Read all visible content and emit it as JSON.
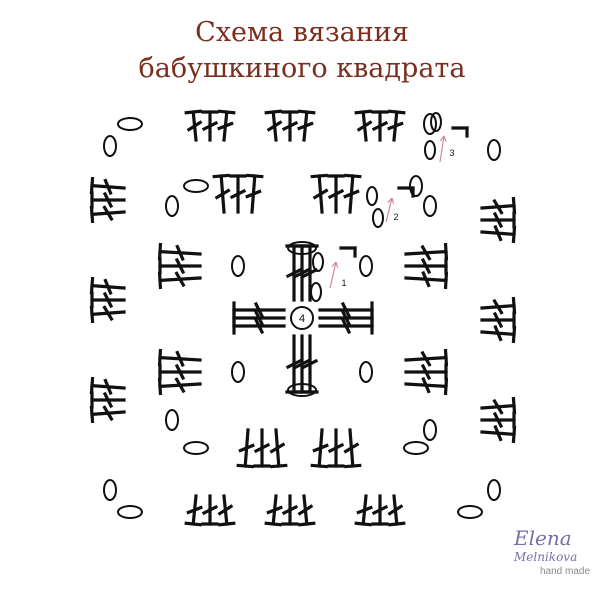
{
  "header": {
    "title_line1": "Схема вязания",
    "title_line2": "бабушкиного квадрата"
  },
  "rows": {
    "row1": "1",
    "row2": "2",
    "row3": "3",
    "center_ring": "4"
  },
  "signature": {
    "name_line1": "Elena",
    "name_line2": "Melnikova",
    "tagline": "hand made"
  },
  "colors": {
    "title": "#7a2e1e",
    "stitches": "#111111",
    "arrows": "#d08a9a",
    "signature": "#7a6ea8"
  },
  "icons": {
    "chain_stitch": "oval",
    "double_crochet": "crossed-T",
    "slip_stitch": "small-T",
    "direction_arrow": "arrow"
  }
}
